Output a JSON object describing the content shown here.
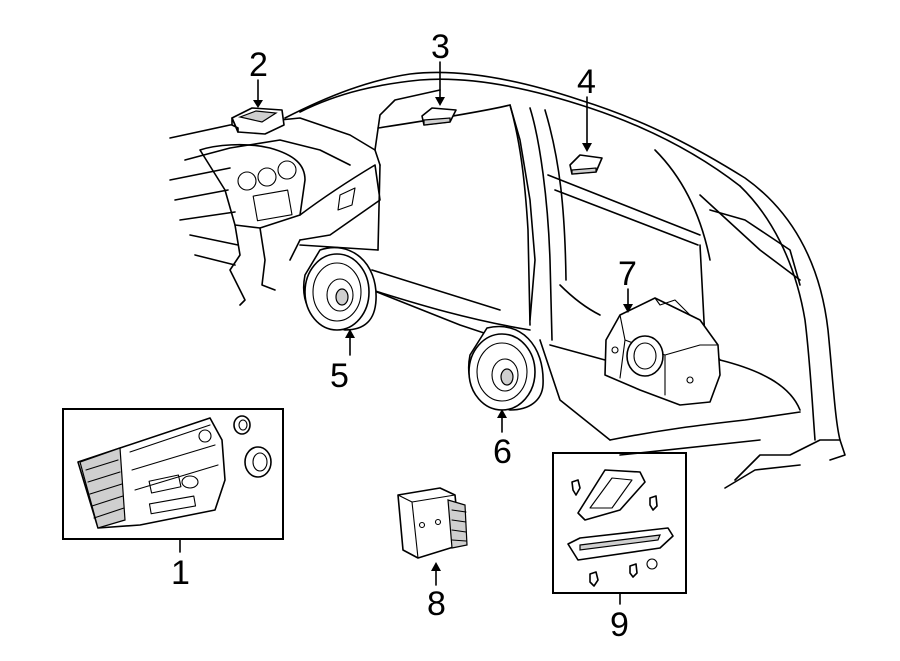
{
  "callouts": {
    "c1": "1",
    "c2": "2",
    "c3": "3",
    "c4": "4",
    "c5": "5",
    "c6": "6",
    "c7": "7",
    "c8": "8",
    "c9": "9"
  },
  "icons": {
    "radio": "radio-receiver-icon",
    "antenna": "antenna-module-icon",
    "speaker": "speaker-icon",
    "subwoofer": "subwoofer-amplifier-icon",
    "module": "control-module-icon",
    "bracket": "mounting-bracket-icon"
  }
}
